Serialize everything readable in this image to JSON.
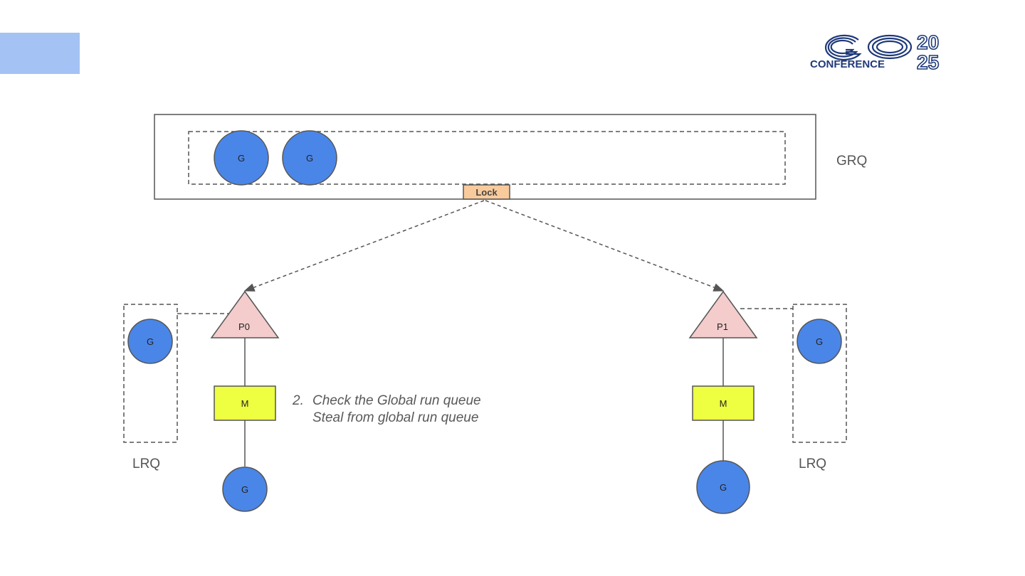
{
  "logo": {
    "wordmark": "GO",
    "subtitle": "CONFERENCE",
    "year_top": "20",
    "year_bottom": "25",
    "color": "#1f3a7a"
  },
  "diagram": {
    "global_queue": {
      "label": "GRQ",
      "goroutines": [
        "G",
        "G"
      ],
      "lock_label": "Lock"
    },
    "processors": [
      {
        "p_label": "P0",
        "m_label": "M",
        "running_g": "G",
        "lrq_label": "LRQ",
        "lrq_goroutines": [
          "G"
        ]
      },
      {
        "p_label": "P1",
        "m_label": "M",
        "running_g": "G",
        "lrq_label": "LRQ",
        "lrq_goroutines": [
          "G"
        ]
      }
    ],
    "step_note": {
      "number": "2.",
      "line1": "Check the Global run queue",
      "line2": "Steal from global run queue"
    }
  },
  "colors": {
    "accent_block": "#a4c2f4",
    "goroutine": "#4a86e8",
    "processor": "#f4cccc",
    "machine": "#eeff41",
    "lock": "#f9cb9c",
    "outline": "#555555"
  }
}
